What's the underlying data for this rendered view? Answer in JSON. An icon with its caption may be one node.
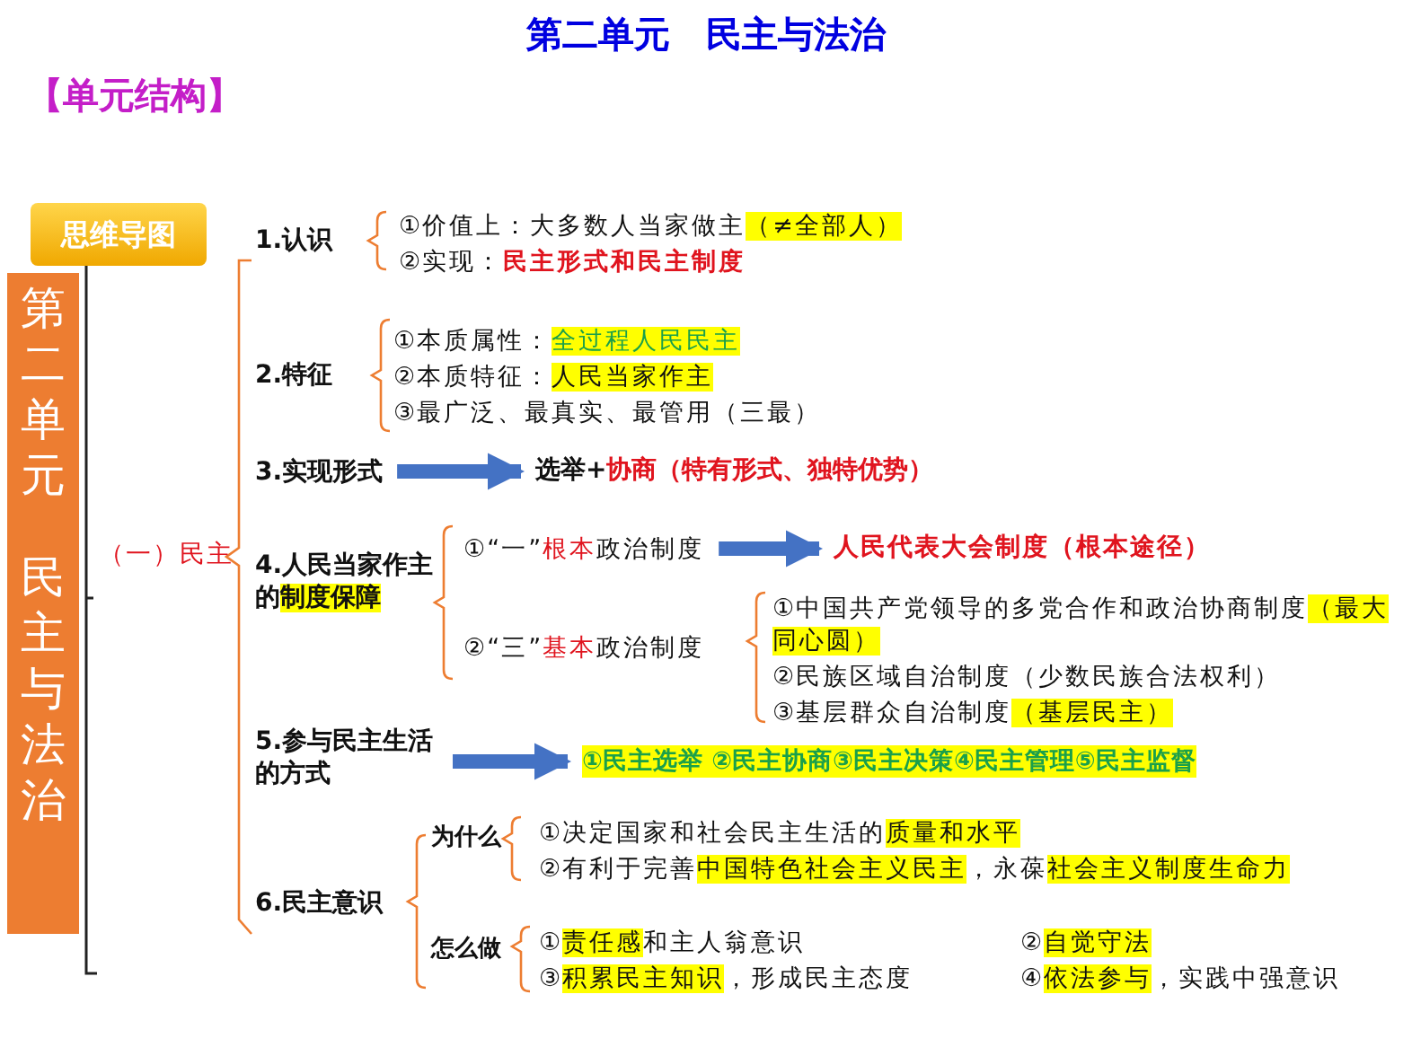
{
  "diagram": {
    "title": "第二单元　民主与法治",
    "nodes": [
      {
        "text": [
          "思维导图"
        ]
      },
      {
        "text": [
          "第二单元",
          "民主与法治"
        ]
      },
      {
        "text": [
          "3.实现形式"
        ]
      },
      {
        "text": [
          "选举+*协商（特有形式、独特优势）*"
        ]
      },
      {
        "text": [
          "①“一”**根本**政治制度"
        ]
      },
      {
        "text": [
          "人民代表大会制度（根本途径）"
        ]
      },
      {
        "text": [
          "5.参与民主生活的方式"
        ]
      },
      {
        "text": [
          "①民主选举 ②民主协商③民主决策④民主管理⑤民主监督"
        ]
      }
    ],
    "edges": [
      {
        "from": 2,
        "to": 3,
        "arrow": "to"
      },
      {
        "from": 4,
        "to": 5,
        "arrow": "to"
      },
      {
        "from": 6,
        "to": 7,
        "arrow": "to"
      }
    ],
    "labels": [
      "【单元结构】",
      "1.认识",
      "①价值上：大多数人当家做主**（≠全部人）**",
      "②实现：*民主形式和民主制度*",
      "2.特征",
      "①本质属性：**全过程人民民主**",
      "②本质特征：**人民当家作主**",
      "③最广泛、最真实、最管用（三最）",
      "（一）民主",
      "4.人民当家作主的**制度保障**",
      "②“三”**基本**政治制度",
      "①中国共产党领导的多党合作和政治协商制度**（最大同心圆）**",
      "②民族区域自治制度（少数民族合法权利）",
      "③基层群众自治制度**（基层民主）**",
      "6.民主意识",
      "为什么",
      "①决定国家和社会民主生活的**质量和水平**",
      "②有利于完善**中国特色社会主义民主**，永葆**社会主义制度生命力**",
      "怎么做",
      "①**责任感**和主人翁意识",
      "②**自觉守法**",
      "③**积累民主知识**，形成民主态度",
      "④**依法参与**，实践中强意识"
    ]
  }
}
